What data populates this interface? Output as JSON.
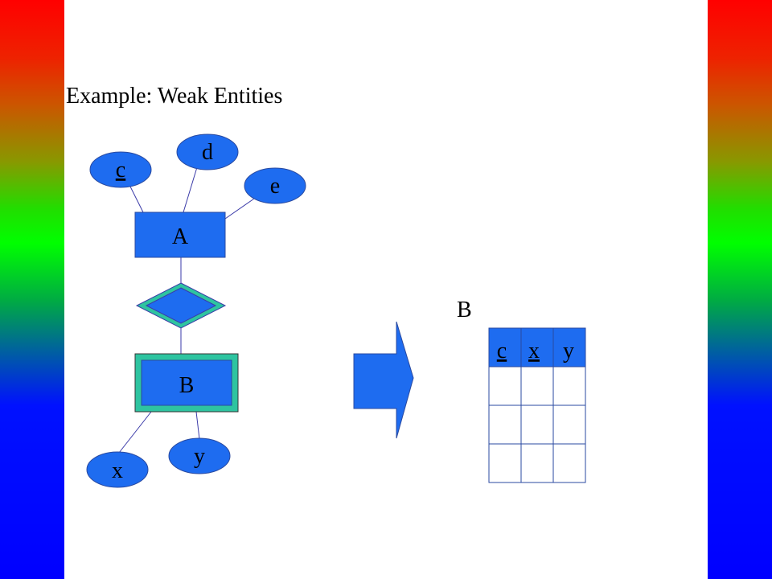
{
  "slide": {
    "title": "Example: Weak Entities",
    "colors": {
      "shape_fill": "#1e6cf0",
      "weak_border": "#2ec4a0",
      "line": "#3a3aa8",
      "stripe_top": "#ff0000",
      "stripe_mid": "#00ff00",
      "stripe_bottom": "#0000ff"
    }
  },
  "diagram": {
    "entity_a": {
      "label": "A"
    },
    "entity_b": {
      "label": "B",
      "weak": true
    },
    "attributes": [
      {
        "label": "c",
        "key": true
      },
      {
        "label": "d",
        "key": false
      },
      {
        "label": "e",
        "key": false
      },
      {
        "label": "x",
        "key": false
      },
      {
        "label": "y",
        "key": false
      }
    ],
    "relationship": {
      "identifying": true
    }
  },
  "table": {
    "name": "B",
    "columns": [
      {
        "label": "c",
        "key": true
      },
      {
        "label": "x",
        "key": true
      },
      {
        "label": "y",
        "key": false
      }
    ],
    "empty_rows": 3
  }
}
